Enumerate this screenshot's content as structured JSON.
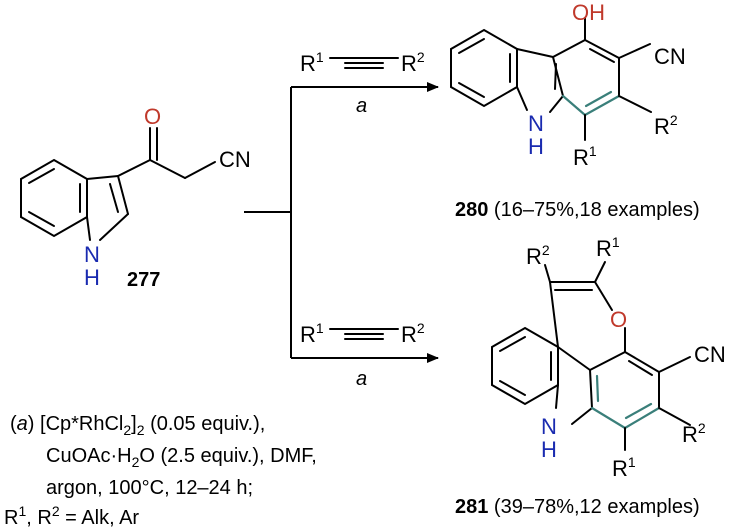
{
  "atoms": {
    "O": "O",
    "OH": "OH",
    "CN": "CN",
    "N": "N",
    "H": "H",
    "R": "R",
    "sup1": "1",
    "sup2": "2"
  },
  "compounds": {
    "c277": "277",
    "c280": "280",
    "c280_detail": " (16–75%,18 examples)",
    "c281": "281",
    "c281_detail": " (39–78%,12 examples)"
  },
  "reagent_label": "a",
  "conditions": {
    "line1_open": "(",
    "line1_a": "a",
    "line1_rest": ") [Cp*RhCl",
    "sub2": "2",
    "close_bracket": "]",
    "line1_end": " (0.05 equiv.),",
    "line2_a": "CuOAc·H",
    "line2_b": "O (2.5 equiv.), DMF,",
    "line3": "argon, 100°C, 12–24 h;",
    "line4_a": "R",
    "line4_b": ", R",
    "line4_c": " = Alk, Ar"
  },
  "colors": {
    "nitrogen": "#1a2bb0",
    "oxygen": "#c0392b",
    "new_bond": "#3a7f7a"
  }
}
